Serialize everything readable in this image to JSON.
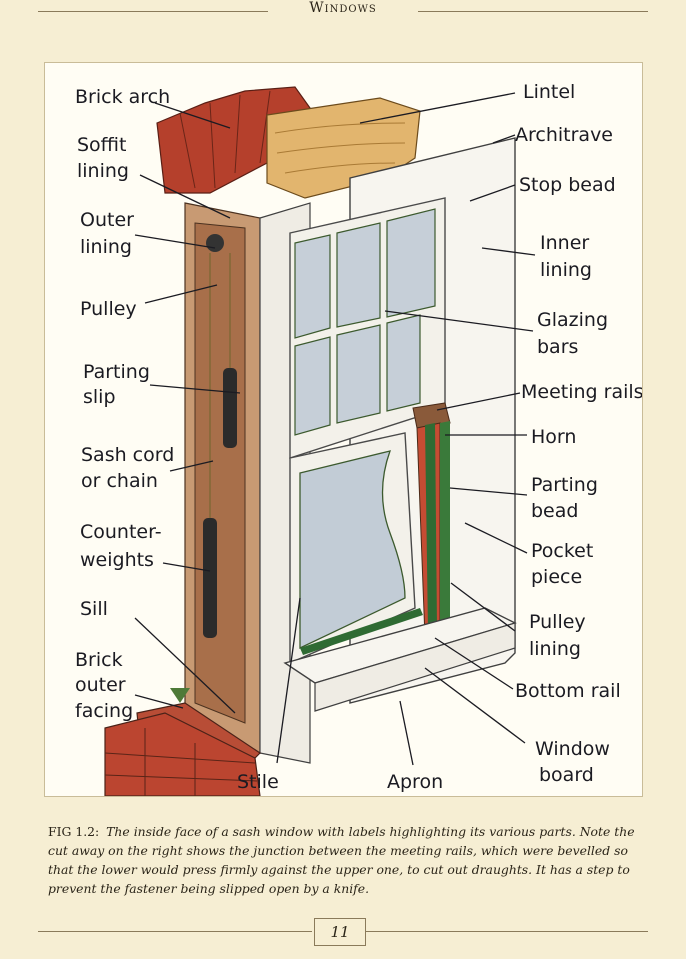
{
  "header": {
    "title": "Windows"
  },
  "figure": {
    "labels_left": {
      "brick_arch": "Brick arch",
      "soffit_lining_1": "Soffit",
      "soffit_lining_2": "lining",
      "outer_lining_1": "Outer",
      "outer_lining_2": "lining",
      "pulley": "Pulley",
      "parting_slip_1": "Parting",
      "parting_slip_2": "slip",
      "sash_cord_1": "Sash cord",
      "sash_cord_2": "or chain",
      "counterweights_1": "Counter-",
      "counterweights_2": "weights",
      "sill": "Sill",
      "brick_outer_facing_1": "Brick",
      "brick_outer_facing_2": "outer",
      "brick_outer_facing_3": "facing"
    },
    "labels_right": {
      "lintel": "Lintel",
      "architrave": "Architrave",
      "stop_bead": "Stop bead",
      "inner_lining_1": "Inner",
      "inner_lining_2": "lining",
      "glazing_bars_1": "Glazing",
      "glazing_bars_2": "bars",
      "meeting_rails": "Meeting rails",
      "horn": "Horn",
      "parting_bead_1": "Parting",
      "parting_bead_2": "bead",
      "pocket_piece_1": "Pocket",
      "pocket_piece_2": "piece",
      "pulley_lining_1": "Pulley",
      "pulley_lining_2": "lining",
      "bottom_rail": "Bottom rail",
      "window_board_1": "Window",
      "window_board_2": "board"
    },
    "labels_bottom": {
      "stile": "Stile",
      "apron": "Apron"
    }
  },
  "caption": {
    "fig_label": "FIG 1.2:",
    "text": "The inside face of a sash window with labels highlighting its various parts. Note the cut away on the right shows the junction between the meeting rails, which were bevelled so that the lower would press firmly against the upper one, to cut out draughts. It has a step to prevent the fastener being slipped open by a knife."
  },
  "page_number": "11"
}
